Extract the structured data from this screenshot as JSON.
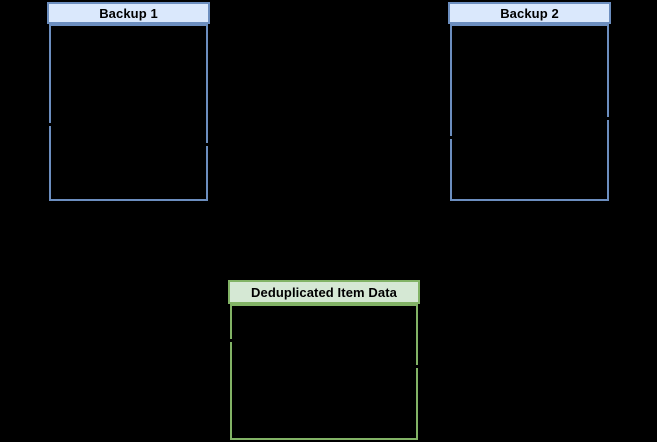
{
  "diagram": {
    "background": "#000000",
    "text_color": "#000000",
    "nodes": {
      "backup1": {
        "title": "Backup 1",
        "header_fill": "#dae8fc",
        "stroke": "#6c8ebf",
        "body_fill": "#000000"
      },
      "backup2": {
        "title": "Backup 2",
        "header_fill": "#dae8fc",
        "stroke": "#6c8ebf",
        "body_fill": "#000000"
      },
      "dedup": {
        "title": "Deduplicated Item Data",
        "header_fill": "#d5e8d4",
        "stroke": "#82b366",
        "body_fill": "#000000"
      }
    }
  }
}
